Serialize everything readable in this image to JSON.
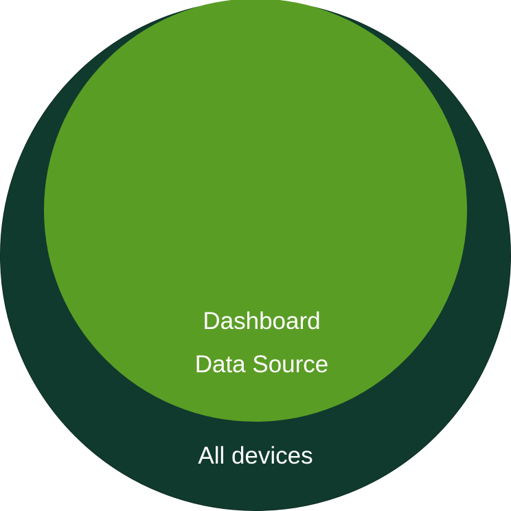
{
  "diagram": {
    "type": "nested-circles",
    "outer": {
      "label": "All devices",
      "color": "#103a2d"
    },
    "inner": {
      "label_lines": [
        "Dashboard",
        "Data Source"
      ],
      "color": "#5a9d25"
    }
  }
}
